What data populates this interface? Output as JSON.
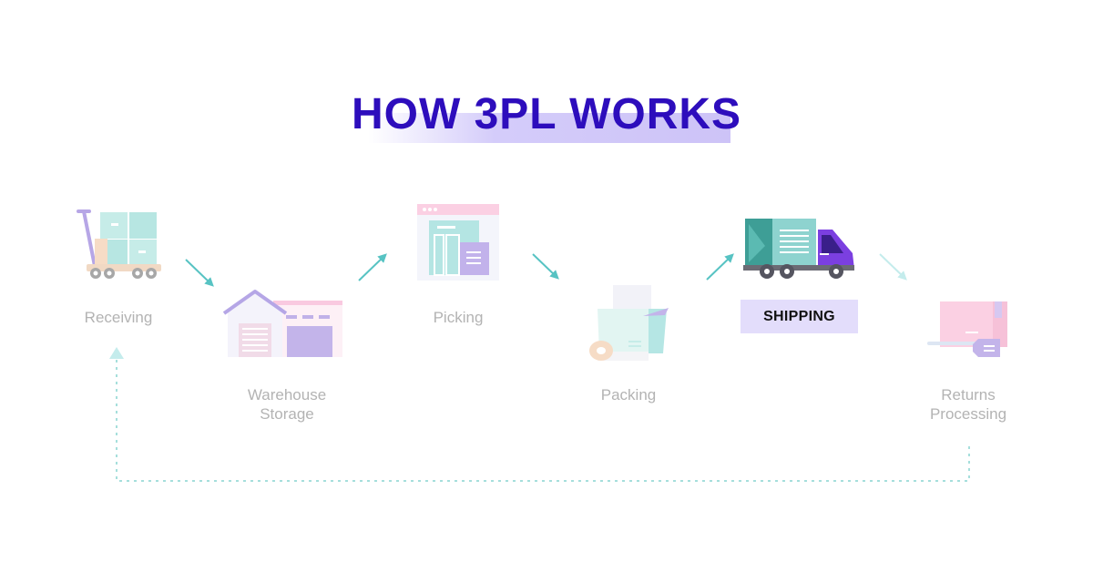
{
  "title": "HOW 3PL WORKS",
  "steps": [
    {
      "id": "receiving",
      "label": "Receiving",
      "icon": "hand-truck-icon"
    },
    {
      "id": "storage",
      "label": "Warehouse\nStorage",
      "icon": "warehouse-icon"
    },
    {
      "id": "picking",
      "label": "Picking",
      "icon": "shelf-picking-icon"
    },
    {
      "id": "packing",
      "label": "Packing",
      "icon": "packing-box-icon"
    },
    {
      "id": "shipping",
      "label": "SHIPPING",
      "icon": "delivery-truck-icon",
      "highlighted": true
    },
    {
      "id": "returns",
      "label": "Returns\nProcessing",
      "icon": "return-package-icon"
    }
  ],
  "colors": {
    "title": "#2d0dbc",
    "title_highlight": "#cdc3f7",
    "arrow": "#57c3c3",
    "arrow_faded": "#bfe8e8",
    "label": "#b3b3b3",
    "badge": "#e3ddfb",
    "mint": "#b5e6e4",
    "lavender": "#c3b5ea",
    "pink": "#fbd3e6",
    "purple_truck": "#7b3fe0",
    "teal_truck": "#3aa39a"
  }
}
